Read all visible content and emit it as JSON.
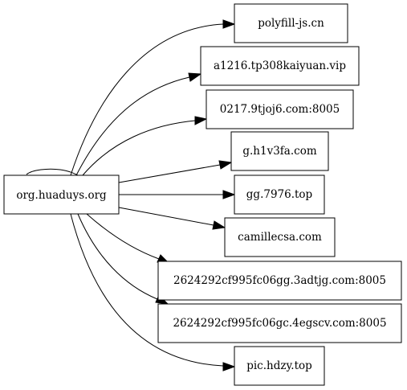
{
  "graph": {
    "source": "org.huaduys.org",
    "targets": [
      "polyfill-js.cn",
      "a1216.tp308kaiyuan.vip",
      "0217.9tjoj6.com:8005",
      "g.h1v3fa.com",
      "gg.7976.top",
      "camillecsa.com",
      "2624292cf995fc06gg.3adtjg.com:8005",
      "2624292cf995fc06gc.4egscv.com:8005",
      "pic.hdzy.top"
    ],
    "self_loop": true
  },
  "colors": {
    "background": "#ffffff",
    "stroke": "#000000",
    "text": "#000000"
  }
}
